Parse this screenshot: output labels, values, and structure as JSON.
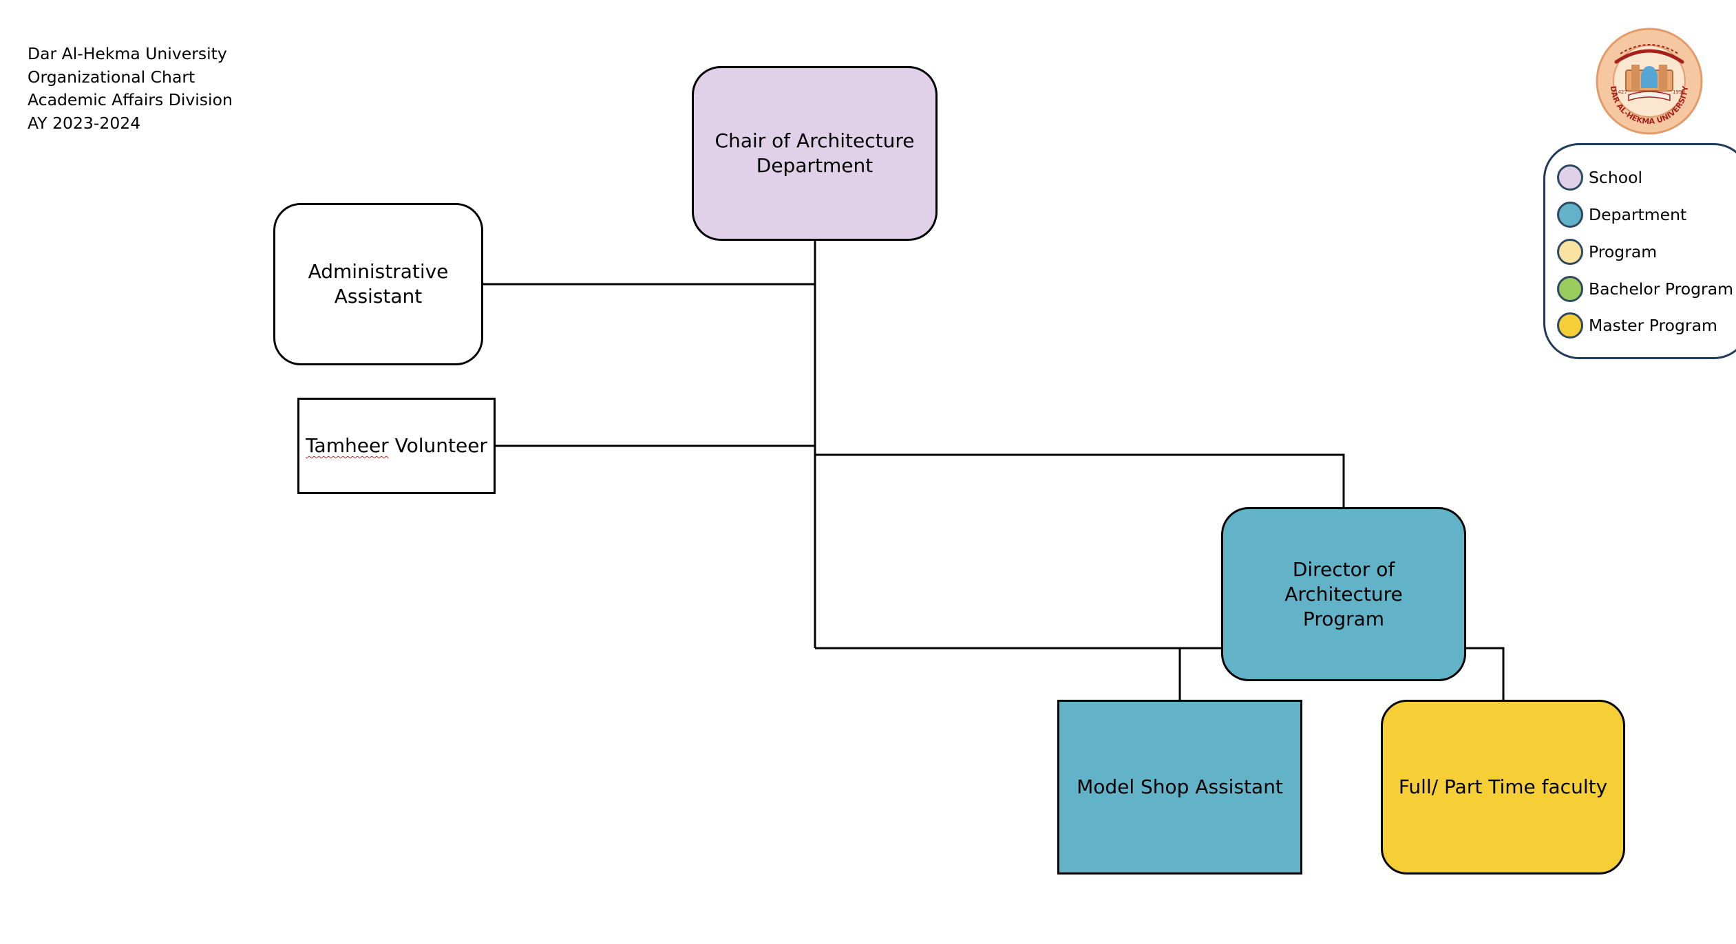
{
  "header": {
    "line1": "Dar Al-Hekma University",
    "line2": "Organizational Chart",
    "line3": "Academic Affairs Division",
    "line4": "AY 2023-2024"
  },
  "nodes": {
    "chair": {
      "line1": "Chair of Architecture",
      "line2": "Department",
      "color": "#e0d0e8"
    },
    "admin": {
      "line1": "Administrative",
      "line2": "Assistant",
      "color": "#ffffff"
    },
    "tamheer": {
      "word1": "Tamheer",
      "word2": " Volunteer",
      "color": "#ffffff"
    },
    "director": {
      "line1": "Director of Architecture",
      "line2": "Program",
      "color": "#62b2c8"
    },
    "model_shop": {
      "label": "Model Shop Assistant",
      "color": "#62b2c8"
    },
    "faculty": {
      "label": "Full/ Part Time faculty",
      "color": "#f5cf35"
    }
  },
  "legend": {
    "items": [
      {
        "label": "School",
        "color": "#e0d0e8"
      },
      {
        "label": "Department",
        "color": "#62b2c8"
      },
      {
        "label": "Program",
        "color": "#f9e3a2"
      },
      {
        "label": "Bachelor Program",
        "color": "#9acd5d"
      },
      {
        "label": "Master Program",
        "color": "#f5cf35"
      }
    ]
  },
  "logo": {
    "text": "DAR AL-HEKMA UNIVERSITY",
    "year_left": "1427",
    "year_right": "1999",
    "ring_color": "#e8a070",
    "text_color": "#a6201c"
  }
}
